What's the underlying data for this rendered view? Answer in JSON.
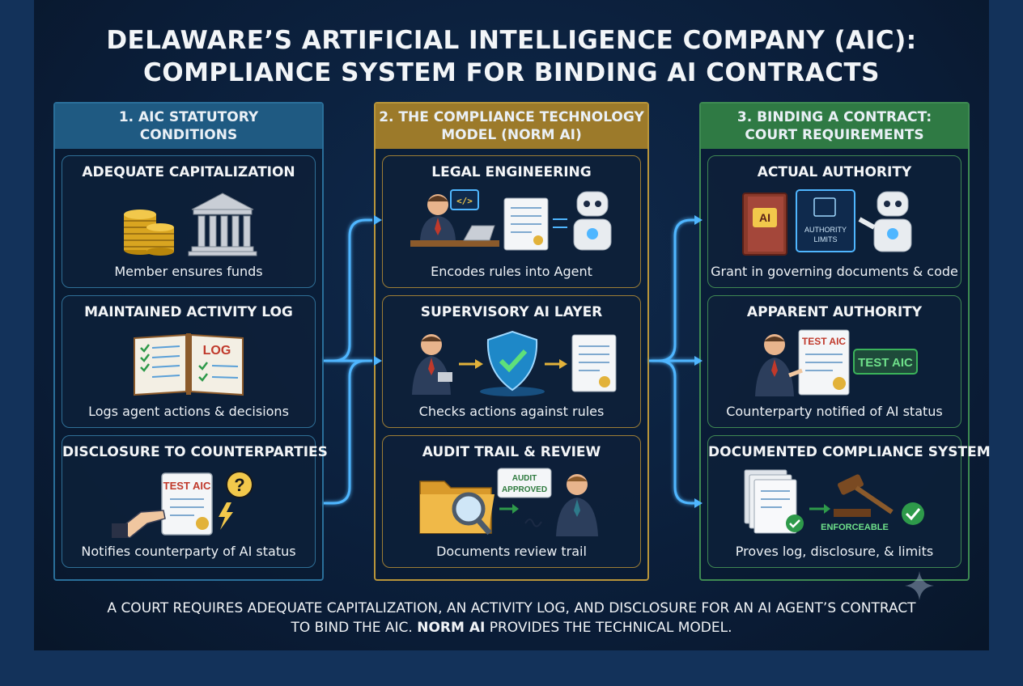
{
  "title": {
    "line1": "DELAWARE’S ARTIFICIAL INTELLIGENCE COMPANY (AIC):",
    "line2": "COMPLIANCE SYSTEM FOR BINDING AI CONTRACTS"
  },
  "columns": [
    {
      "heading_line1": "1. AIC STATUTORY",
      "heading_line2": "CONDITIONS",
      "color": "#1f5a82",
      "cards": [
        {
          "title": "ADEQUATE CAPITALIZATION",
          "desc": "Member ensures funds",
          "icon": "coins-bank-icon"
        },
        {
          "title": "MAINTAINED ACTIVITY LOG",
          "desc": "Logs agent actions & decisions",
          "icon": "log-book-icon",
          "art_text": "LOG"
        },
        {
          "title": "DISCLOSURE TO COUNTERPARTIES",
          "desc": "Notifies counterparty of AI status",
          "icon": "disclosure-document-icon",
          "art_text": "TEST AIC"
        }
      ]
    },
    {
      "heading_line1": "2. THE COMPLIANCE TECHNOLOGY",
      "heading_line2": "MODEL (NORM AI)",
      "color": "#9c7a2a",
      "cards": [
        {
          "title": "LEGAL ENGINEERING",
          "desc": "Encodes rules into Agent",
          "icon": "engineer-robot-icon"
        },
        {
          "title": "SUPERVISORY AI LAYER",
          "desc": "Checks actions against rules",
          "icon": "shield-check-icon"
        },
        {
          "title": "AUDIT TRAIL & REVIEW",
          "desc": "Documents review trail",
          "icon": "audit-folder-icon",
          "art_text_1": "AUDIT",
          "art_text_2": "APPROVED"
        }
      ]
    },
    {
      "heading_line1": "3. BINDING A CONTRACT:",
      "heading_line2": "COURT REQUIREMENTS",
      "color": "#2f7a44",
      "cards": [
        {
          "title": "ACTUAL AUTHORITY",
          "desc": "Grant in governing documents & code",
          "icon": "authority-book-robot-icon",
          "art_text_1": "AI",
          "art_text_2": "AUTHORITY",
          "art_text_3": "LIMITS"
        },
        {
          "title": "APPARENT AUTHORITY",
          "desc": "Counterparty notified of AI status",
          "icon": "apparent-authority-icon",
          "art_text_1": "TEST AIC",
          "art_text_2": "TEST AIC"
        },
        {
          "title": "DOCUMENTED COMPLIANCE SYSTEM",
          "desc": "Proves log, disclosure, & limits",
          "icon": "gavel-enforceable-icon",
          "art_text": "ENFORCEABLE"
        }
      ]
    }
  ],
  "footer": {
    "line1": "A COURT REQUIRES ADEQUATE CAPITALIZATION, AN ACTIVITY LOG, AND DISCLOSURE FOR AN AI AGENT’S CONTRACT",
    "line2_before": "TO BIND THE AIC. ",
    "line2_bold": "NORM AI",
    "line2_after": " PROVIDES THE TECHNICAL MODEL."
  },
  "colors": {
    "arrow": "#4fb6ff",
    "gold": "#e2b23a",
    "green": "#3bb35a"
  }
}
